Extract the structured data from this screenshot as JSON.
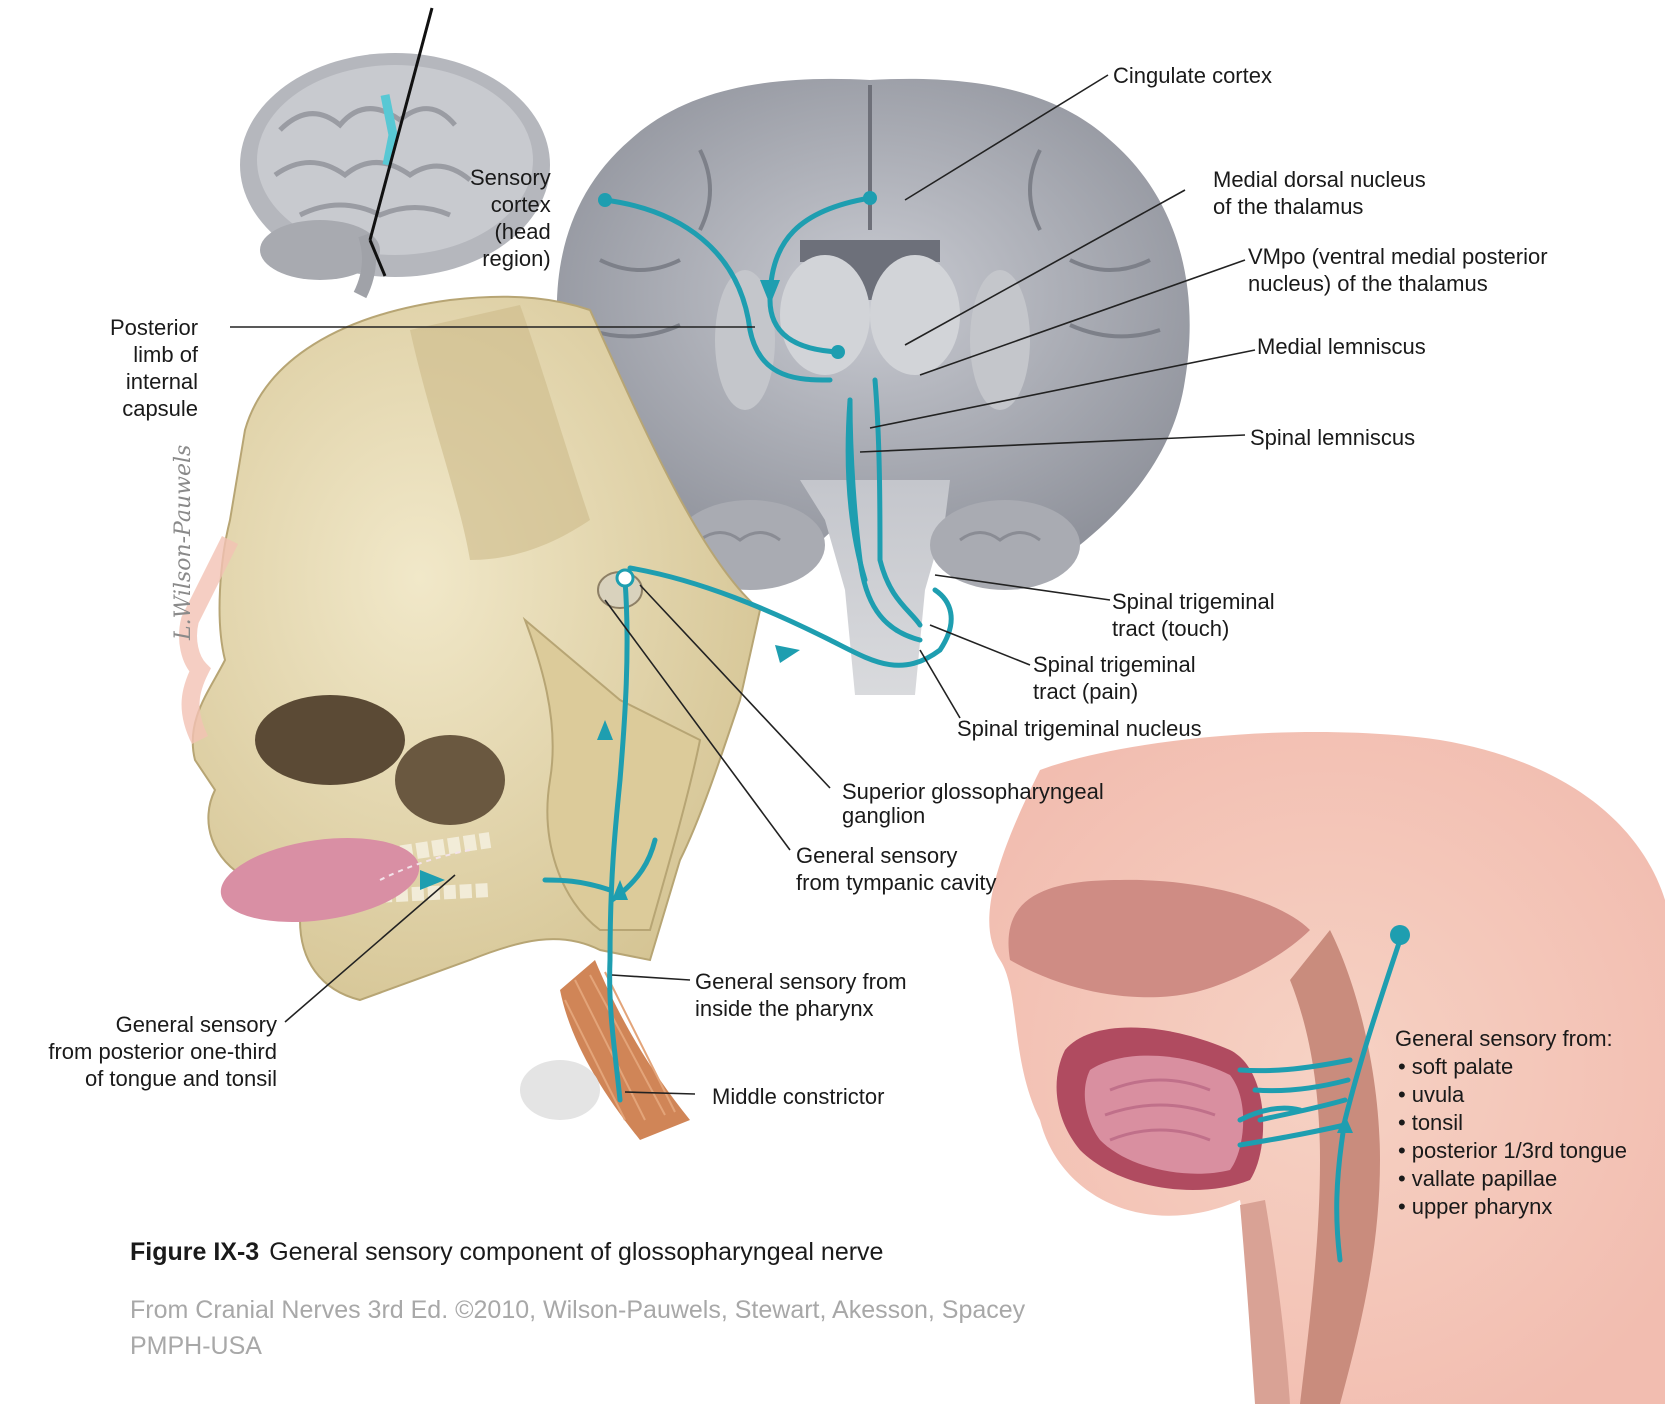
{
  "colors": {
    "nerve": "#1e9eb0",
    "bone": "#e8dcb8",
    "brain_gray": "#9a9ca5",
    "mucosa": "#f3c2b4",
    "tongue": "#d98fa4",
    "muscle": "#c8703a"
  },
  "labels": {
    "sensory_cortex": [
      "Sensory",
      "cortex",
      "(head",
      "region)"
    ],
    "posterior_limb": [
      "Posterior",
      "limb of",
      "internal",
      "capsule"
    ],
    "cingulate": "Cingulate cortex",
    "medial_dorsal": [
      "Medial dorsal nucleus",
      "of the thalamus"
    ],
    "vmpo": [
      "VMpo (ventral medial posterior",
      "nucleus) of the thalamus"
    ],
    "medial_lemniscus": "Medial lemniscus",
    "spinal_lemniscus": "Spinal lemniscus",
    "stt_touch": [
      "Spinal trigeminal",
      "tract (touch)"
    ],
    "stt_pain": [
      "Spinal trigeminal",
      "tract (pain)"
    ],
    "stn": "Spinal trigeminal nucleus",
    "superior_ganglion": [
      "Superior glossopharyngeal",
      "ganglion"
    ],
    "tympanic": [
      "General sensory",
      "from tympanic cavity"
    ],
    "pharynx_inside": [
      "General sensory from",
      "inside the pharynx"
    ],
    "middle_constrictor": "Middle constrictor",
    "tongue_tonsil": [
      "General sensory",
      "from posterior one-third",
      "of tongue and tonsil"
    ]
  },
  "general_sensory_from": {
    "heading": "General sensory from:",
    "items": [
      "soft palate",
      "uvula",
      "tonsil",
      "posterior 1/3rd tongue",
      "vallate papillae",
      "upper pharynx"
    ]
  },
  "caption": {
    "figure": "Figure IX-3",
    "title": "General sensory component of glossopharyngeal nerve"
  },
  "credit": [
    "From Cranial Nerves 3rd Ed. ©2010, Wilson-Pauwels, Stewart, Akesson, Spacey",
    "PMPH-USA"
  ],
  "signature": "L.Wilson-Pauwels"
}
